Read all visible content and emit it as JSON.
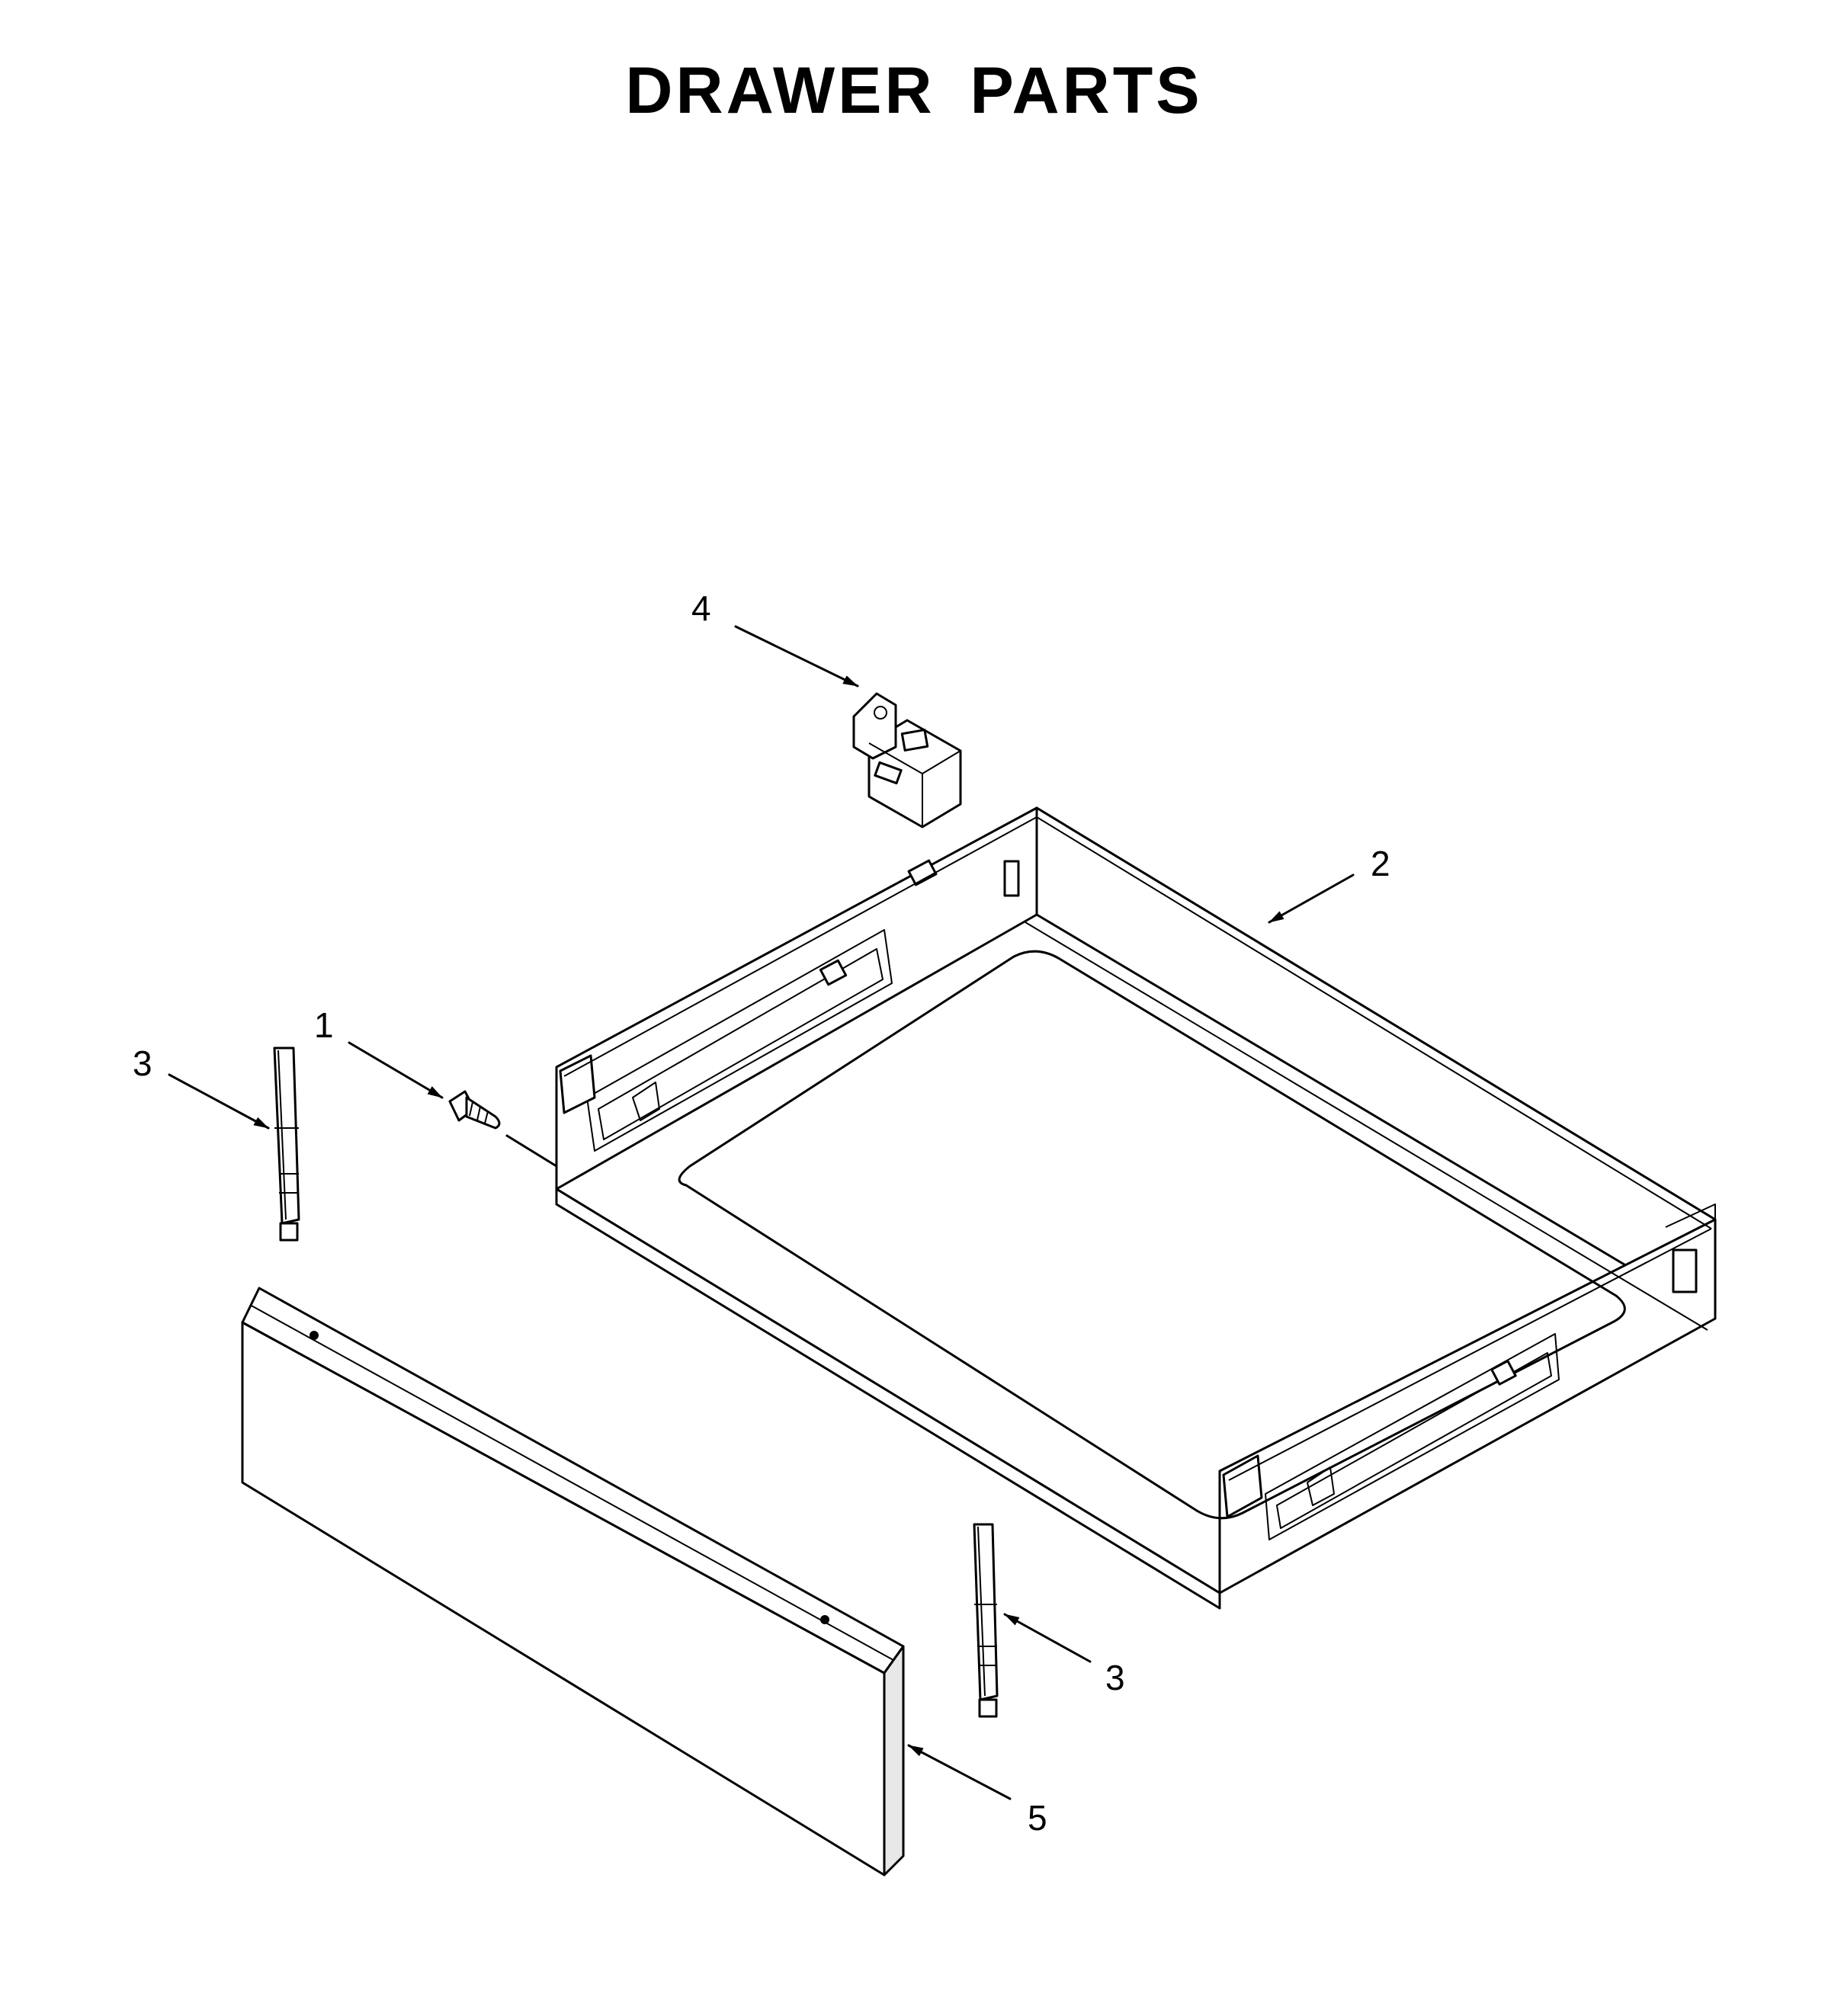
{
  "title": "DRAWER PARTS",
  "callouts": [
    {
      "id": "1",
      "label": "1"
    },
    {
      "id": "2",
      "label": "2"
    },
    {
      "id": "3a",
      "label": "3"
    },
    {
      "id": "3b",
      "label": "3"
    },
    {
      "id": "4",
      "label": "4"
    },
    {
      "id": "5",
      "label": "5"
    }
  ],
  "parts": [
    "screw",
    "drawer-body",
    "drawer-slide",
    "drawer-slide",
    "drawer-bracket",
    "drawer-front-panel"
  ]
}
